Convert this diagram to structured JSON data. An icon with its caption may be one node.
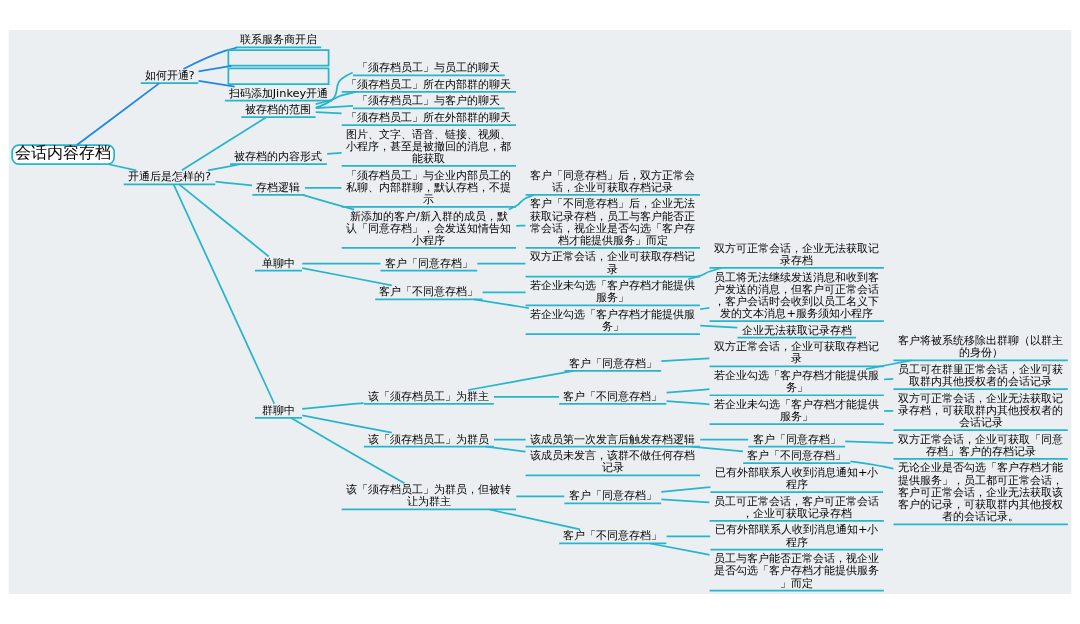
{
  "diagram": {
    "nodes": [
      {
        "text": [
          "会话内容存档"
        ]
      },
      {
        "text": [
          "如何开通?"
        ]
      },
      {
        "text": [
          "联系服务商开启"
        ]
      },
      {
        "text": [],
        "shape": "box"
      },
      {
        "text": [],
        "shape": "box"
      },
      {
        "text": [
          "扫码添加Jinkey开通"
        ]
      },
      {
        "text": [
          "开通后是怎样的?"
        ]
      },
      {
        "text": [
          "被存档的范围"
        ]
      },
      {
        "text": [
          "「须存档员工」与员工的聊天"
        ]
      },
      {
        "text": [
          "「须存档员工」所在内部群的聊天"
        ]
      },
      {
        "text": [
          "「须存档员工」与客户的聊天"
        ]
      },
      {
        "text": [
          "「须存档员工」所在外部群的聊天"
        ]
      },
      {
        "text": [
          "被存档的内容形式"
        ]
      },
      {
        "text": [
          "图片、文字、语音、链接、视频、小程序，甚至是被撤回的消息，都能获取"
        ]
      },
      {
        "text": [
          "存档逻辑"
        ]
      },
      {
        "text": [
          "「须存档员工」与企业内部员工的私聊、内部群聊，默认存档，不提示"
        ]
      },
      {
        "text": [
          "新添加的客户/新入群的成员，默认「同意存档」，会发送知情告知小程序"
        ]
      },
      {
        "text": [
          "客户「同意存档」后，双方正常会话，企业可获取存档记录"
        ]
      },
      {
        "text": [
          "客户「不同意存档」后，企业无法获取记录存档，员工与客户能否正常会话，视企业是否勾选「客户存档才能提供服务」而定"
        ]
      },
      {
        "text": [
          "单聊中"
        ]
      },
      {
        "text": [
          "客户「同意存档」"
        ]
      },
      {
        "text": [
          "双方正常会话，企业可获取存档记录"
        ]
      },
      {
        "text": [
          "客户「不同意存档」"
        ]
      },
      {
        "text": [
          "若企业未勾选「客户存档才能提供服务」"
        ]
      },
      {
        "text": [
          "双方可正常会话，企业无法获取记录存档"
        ]
      },
      {
        "text": [
          "若企业勾选「客户存档才能提供服务」"
        ]
      },
      {
        "text": [
          "员工将无法继续发送消息和收到客户发送的消息，但客户可正常会话，客户会话时会收到以员工名义下发的文本消息+服务须知小程序"
        ]
      },
      {
        "text": [
          "企业无法获取记录存档"
        ]
      },
      {
        "text": [
          "群聊中"
        ]
      },
      {
        "text": [
          "该「须存档员工」为群主"
        ]
      },
      {
        "text": [
          "客户「同意存档」"
        ]
      },
      {
        "text": [
          "双方正常会话，企业可获取存档记录"
        ]
      },
      {
        "text": [
          "客户「不同意存档」"
        ]
      },
      {
        "text": [
          "若企业勾选「客户存档才能提供服务」"
        ]
      },
      {
        "text": [
          "客户将被系统移除出群聊（以群主的身份）"
        ]
      },
      {
        "text": [
          "员工可在群里正常会话，企业可获取群内其他授权者的会话记录"
        ]
      },
      {
        "text": [
          "若企业未勾选「客户存档才能提供服务」"
        ]
      },
      {
        "text": [
          "双方可正常会话，企业无法获取记录存档，可获取群内其他授权者的会话记录"
        ]
      },
      {
        "text": [
          "该「须存档员工」为群员"
        ]
      },
      {
        "text": [
          "该成员第一次发言后触发存档逻辑"
        ]
      },
      {
        "text": [
          "客户「同意存档」"
        ]
      },
      {
        "text": [
          "双方正常会话，企业可获取「同意存档」客户的存档记录"
        ]
      },
      {
        "text": [
          "客户「不同意存档」"
        ]
      },
      {
        "text": [
          "无论企业是否勾选「客户存档才能提供服务」，员工都可正常会话，客户可正常会话，企业无法获取该客户的记录，可获取群内其他授权者的会话记录。"
        ]
      },
      {
        "text": [
          "该成员未发言，该群不做任何存档记录"
        ]
      },
      {
        "text": [
          "该「须存档员工」为群员，但被转让为群主"
        ]
      },
      {
        "text": [
          "客户「同意存档」"
        ]
      },
      {
        "text": [
          "已有外部联系人收到消息通知+小程序"
        ]
      },
      {
        "text": [
          "员工可正常会话，客户可正常会话，企业可获取记录存档"
        ]
      },
      {
        "text": [
          "客户「不同意存档」"
        ]
      },
      {
        "text": [
          "已有外部联系人收到消息通知+小程序"
        ]
      },
      {
        "text": [
          "员工与客户能否正常会话，视企业是否勾选「客户存档才能提供服务」而定"
        ]
      }
    ],
    "edges": [
      {
        "from": 0,
        "to": 1,
        "arrow": "none",
        "color": "#1e88e5"
      },
      {
        "from": 1,
        "to": 2,
        "arrow": "none",
        "color": "#1e88e5"
      },
      {
        "from": 1,
        "to": 3,
        "arrow": "none",
        "color": "#1e88e5"
      },
      {
        "from": 1,
        "to": 5,
        "arrow": "none",
        "color": "#1e88e5"
      },
      {
        "from": 0,
        "to": 6,
        "arrow": "none"
      },
      {
        "from": 6,
        "to": 7,
        "arrow": "none"
      },
      {
        "from": 7,
        "to": 8,
        "arrow": "none"
      },
      {
        "from": 7,
        "to": 9,
        "arrow": "none"
      },
      {
        "from": 7,
        "to": 10,
        "arrow": "none"
      },
      {
        "from": 7,
        "to": 11,
        "arrow": "none"
      },
      {
        "from": 6,
        "to": 12,
        "arrow": "none"
      },
      {
        "from": 12,
        "to": 13,
        "arrow": "none"
      },
      {
        "from": 6,
        "to": 14,
        "arrow": "none"
      },
      {
        "from": 14,
        "to": 15,
        "arrow": "none"
      },
      {
        "from": 14,
        "to": 16,
        "arrow": "none"
      },
      {
        "from": 16,
        "to": 17,
        "arrow": "none"
      },
      {
        "from": 16,
        "to": 18,
        "arrow": "none"
      },
      {
        "from": 6,
        "to": 19,
        "arrow": "none"
      },
      {
        "from": 19,
        "to": 20,
        "arrow": "none"
      },
      {
        "from": 20,
        "to": 21,
        "arrow": "none"
      },
      {
        "from": 19,
        "to": 22,
        "arrow": "none"
      },
      {
        "from": 22,
        "to": 23,
        "arrow": "none"
      },
      {
        "from": 23,
        "to": 24,
        "arrow": "none"
      },
      {
        "from": 22,
        "to": 25,
        "arrow": "none"
      },
      {
        "from": 25,
        "to": 26,
        "arrow": "none"
      },
      {
        "from": 25,
        "to": 27,
        "arrow": "none"
      },
      {
        "from": 6,
        "to": 28,
        "arrow": "none"
      },
      {
        "from": 28,
        "to": 29,
        "arrow": "none"
      },
      {
        "from": 29,
        "to": 30,
        "arrow": "none"
      },
      {
        "from": 30,
        "to": 31,
        "arrow": "none"
      },
      {
        "from": 29,
        "to": 32,
        "arrow": "none"
      },
      {
        "from": 32,
        "to": 33,
        "arrow": "none"
      },
      {
        "from": 33,
        "to": 34,
        "arrow": "none"
      },
      {
        "from": 33,
        "to": 35,
        "arrow": "none"
      },
      {
        "from": 32,
        "to": 36,
        "arrow": "none"
      },
      {
        "from": 36,
        "to": 37,
        "arrow": "none"
      },
      {
        "from": 28,
        "to": 38,
        "arrow": "none"
      },
      {
        "from": 38,
        "to": 39,
        "arrow": "none"
      },
      {
        "from": 39,
        "to": 40,
        "arrow": "none"
      },
      {
        "from": 40,
        "to": 41,
        "arrow": "none"
      },
      {
        "from": 39,
        "to": 42,
        "arrow": "none"
      },
      {
        "from": 42,
        "to": 43,
        "arrow": "none"
      },
      {
        "from": 38,
        "to": 44,
        "arrow": "none"
      },
      {
        "from": 28,
        "to": 45,
        "arrow": "none"
      },
      {
        "from": 45,
        "to": 46,
        "arrow": "none"
      },
      {
        "from": 46,
        "to": 47,
        "arrow": "none"
      },
      {
        "from": 46,
        "to": 48,
        "arrow": "none"
      },
      {
        "from": 45,
        "to": 49,
        "arrow": "none"
      },
      {
        "from": 49,
        "to": 50,
        "arrow": "none"
      },
      {
        "from": 49,
        "to": 51,
        "arrow": "none"
      }
    ]
  }
}
